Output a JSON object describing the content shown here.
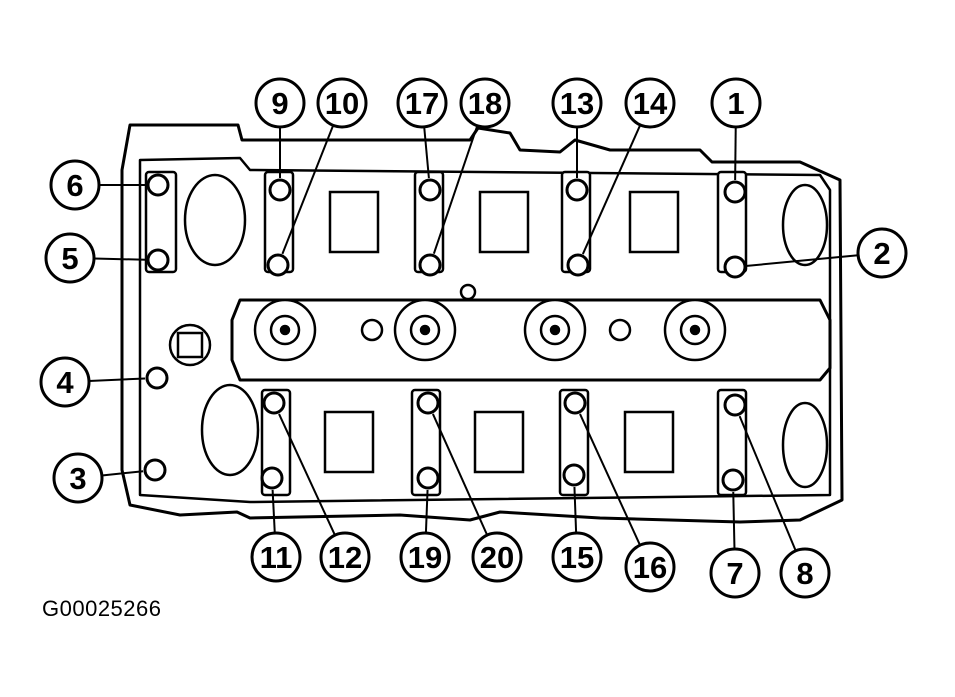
{
  "figure_id": "G00025266",
  "callouts": [
    {
      "label": "1"
    },
    {
      "label": "2"
    },
    {
      "label": "3"
    },
    {
      "label": "4"
    },
    {
      "label": "5"
    },
    {
      "label": "6"
    },
    {
      "label": "7"
    },
    {
      "label": "8"
    },
    {
      "label": "9"
    },
    {
      "label": "10"
    },
    {
      "label": "11"
    },
    {
      "label": "12"
    },
    {
      "label": "13"
    },
    {
      "label": "14"
    },
    {
      "label": "15"
    },
    {
      "label": "16"
    },
    {
      "label": "17"
    },
    {
      "label": "18"
    },
    {
      "label": "19"
    },
    {
      "label": "20"
    }
  ],
  "colors": {
    "ink": "#000000",
    "paper": "#ffffff"
  }
}
